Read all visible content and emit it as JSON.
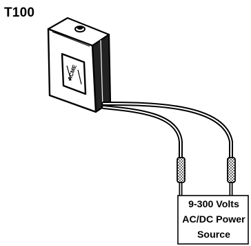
{
  "diagram": {
    "model_label": "T100",
    "power_source": {
      "lines": [
        "9-300 Volts",
        "AC/DC Power",
        "Source"
      ]
    },
    "device_logo": {
      "icon": "product-sticker-icon",
      "text": "ACME"
    },
    "colors": {
      "ink": "#000000",
      "paper": "#ffffff",
      "shade": "#444444"
    }
  }
}
